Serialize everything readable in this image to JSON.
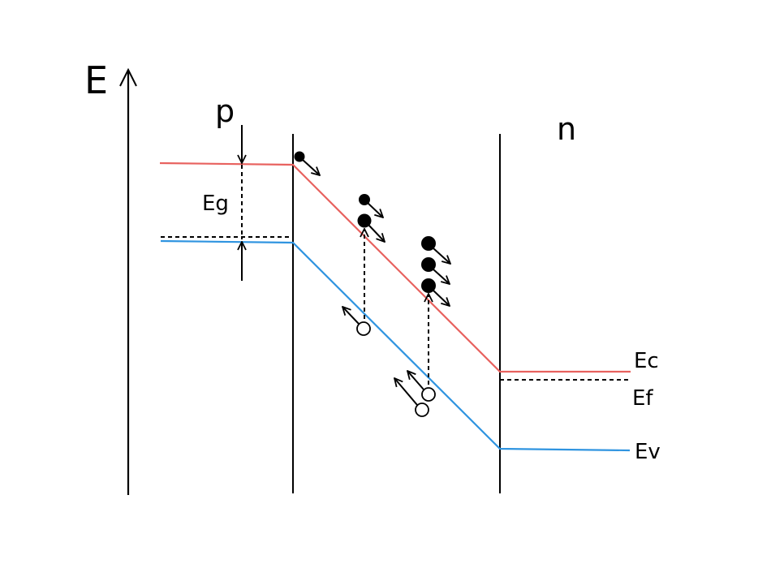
{
  "labels": {
    "energy_axis": "E",
    "p_region": "p",
    "n_region": "n",
    "band_gap": "Eg",
    "conduction_band": "Ec",
    "fermi_level": "Ef",
    "valence_band": "Ev"
  },
  "colors": {
    "conduction_band": "#e8625f",
    "valence_band": "#2f94e0",
    "lines": "#000000",
    "background": "#ffffff"
  }
}
